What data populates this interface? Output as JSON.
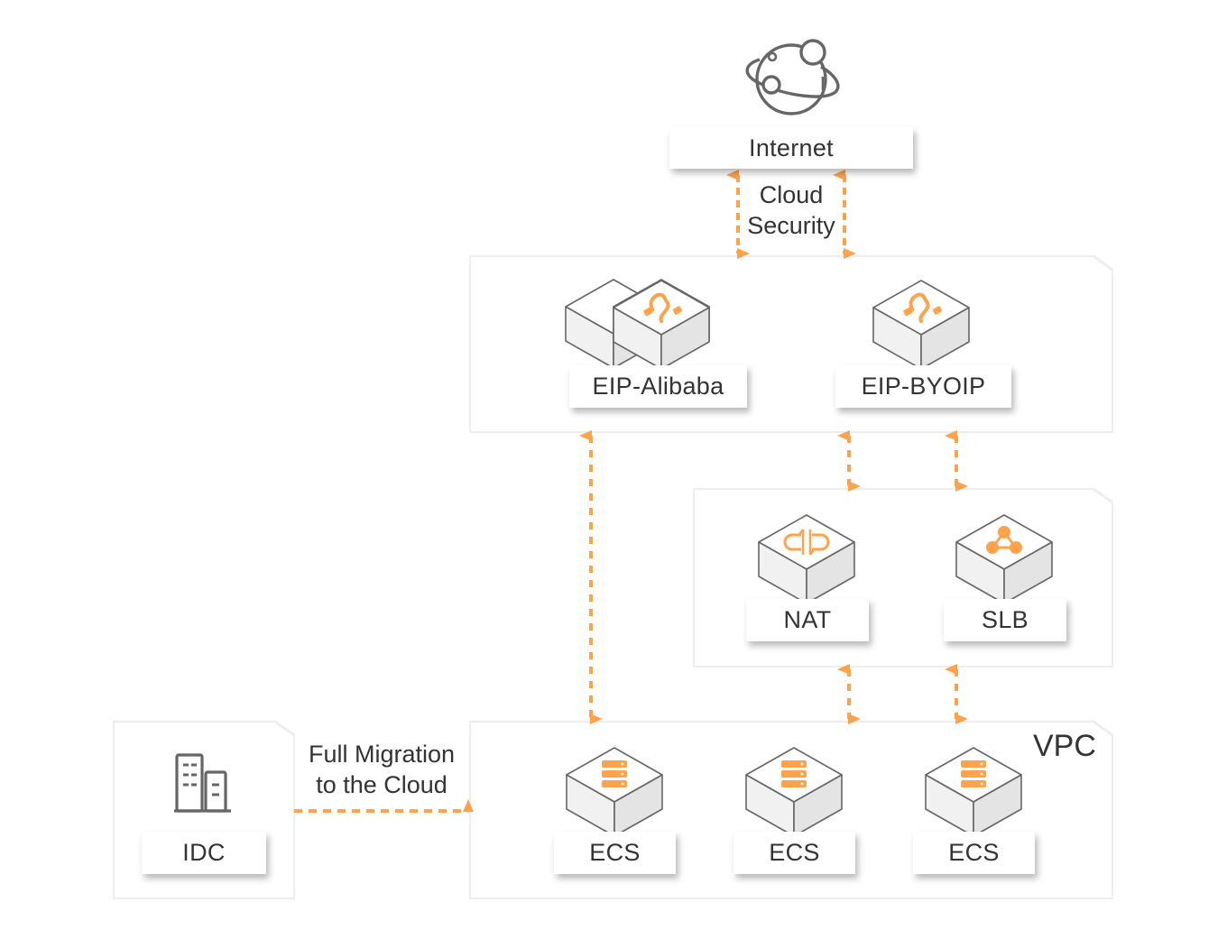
{
  "colors": {
    "accent": "#FFA24C",
    "icon_gray": "#666666",
    "panel_border": "#EEEEEE",
    "text": "#333333"
  },
  "internet": {
    "icon": "globe-orbit-icon",
    "label": "Internet"
  },
  "cloud_security": {
    "label_line1": "Cloud",
    "label_line2": "Security"
  },
  "eip_panel": {
    "nodes": [
      {
        "label": "EIP-Alibaba",
        "icon": "cable-connector-icon"
      },
      {
        "label": "EIP-BYOIP",
        "icon": "cable-connector-icon"
      }
    ]
  },
  "gateway_panel": {
    "nodes": [
      {
        "label": "NAT",
        "icon": "nat-gateway-icon"
      },
      {
        "label": "SLB",
        "icon": "load-balancer-icon"
      }
    ]
  },
  "vpc_panel": {
    "title": "VPC",
    "nodes": [
      {
        "label": "ECS",
        "icon": "server-stack-icon"
      },
      {
        "label": "ECS",
        "icon": "server-stack-icon"
      },
      {
        "label": "ECS",
        "icon": "server-stack-icon"
      }
    ]
  },
  "idc_panel": {
    "label": "IDC",
    "icon": "building-icon"
  },
  "migration": {
    "label_line1": "Full Migration",
    "label_line2": "to the Cloud"
  }
}
